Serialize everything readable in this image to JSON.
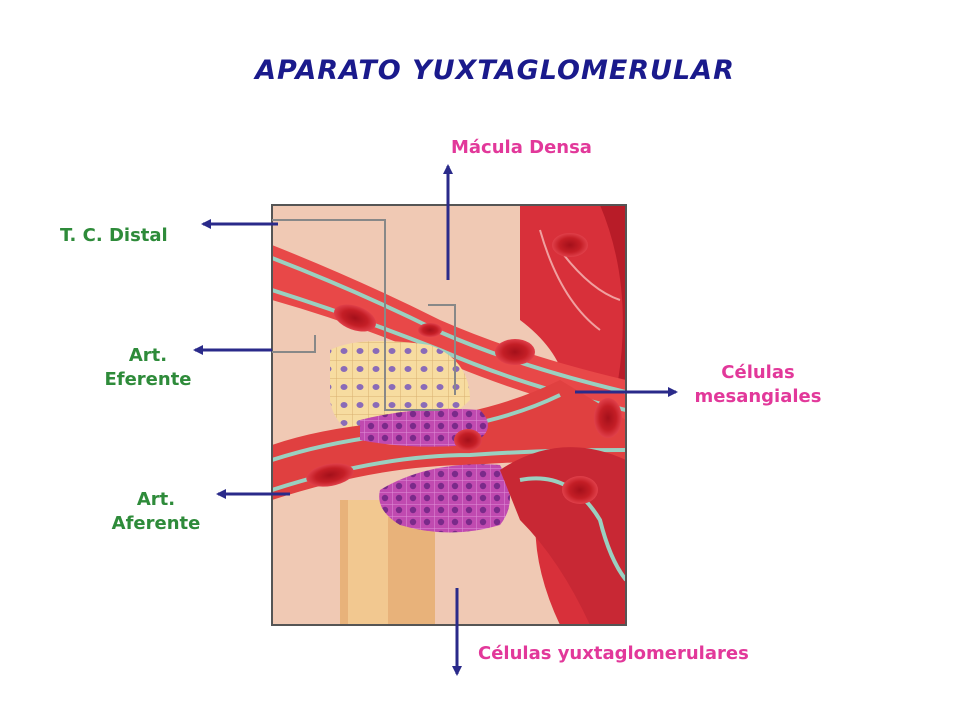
{
  "title": "APARATO YUXTAGLOMERULAR",
  "labels": {
    "macula_densa": "Mácula Densa",
    "tc_distal": "T. C. Distal",
    "art_eferente_1": "Art.",
    "art_eferente_2": "Eferente",
    "art_aferente_1": "Art.",
    "art_aferente_2": "Aferente",
    "celulas_mesangiales_1": "Células",
    "celulas_mesangiales_2": "mesangiales",
    "celulas_yuxtaglomerulares": "Células yuxtaglomerulares"
  },
  "colors": {
    "title": "#1a1a8c",
    "left_labels": "#2e8b3a",
    "right_labels": "#e2389a",
    "arrows": "#2a2a8a"
  }
}
